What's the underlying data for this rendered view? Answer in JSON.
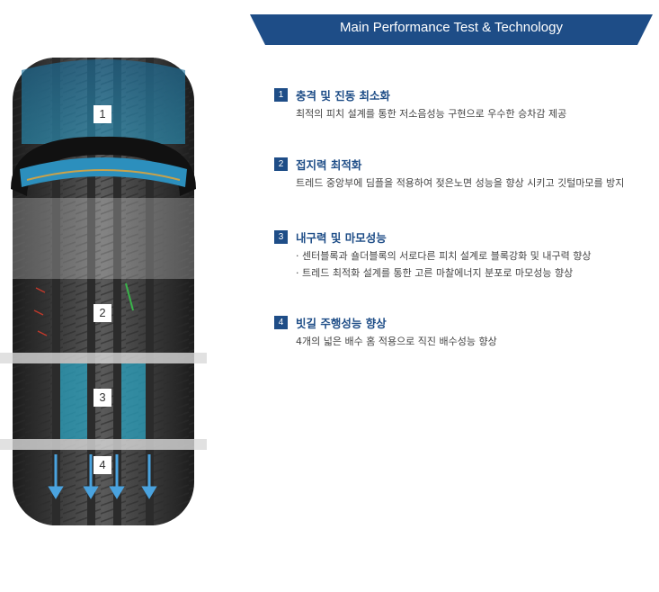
{
  "header": {
    "title": "Main Performance Test & Technology"
  },
  "tire": {
    "labels": [
      "1",
      "2",
      "3",
      "4"
    ],
    "colors": {
      "accent": "#1e4d87",
      "highlight_blue": "#2a9fd0",
      "tread": "#4a4a4a"
    }
  },
  "features": [
    {
      "number": "1",
      "title": "충격 및 진동 최소화",
      "lines": [
        "최적의 피치 설계를 통한 저소음성능 구현으로 우수한 승차감 제공"
      ]
    },
    {
      "number": "2",
      "title": "접지력 최적화",
      "lines": [
        "트레드 중앙부에 딤플을 적용하여 젖은노면 성능을 향상 시키고 깃털마모를 방지"
      ]
    },
    {
      "number": "3",
      "title": "내구력 및 마모성능",
      "lines": [
        "· 센터블록과 숄더블록의 서로다른 피치 설계로 블록강화 및 내구력 향상",
        "· 트레드 최적화 설계를 통한 고른 마찰에너지 분포로 마모성능 향상"
      ]
    },
    {
      "number": "4",
      "title": "빗길 주행성능 향상",
      "lines": [
        "4개의 넓은 배수 홈 적용으로 직진 배수성능 향상"
      ]
    }
  ]
}
